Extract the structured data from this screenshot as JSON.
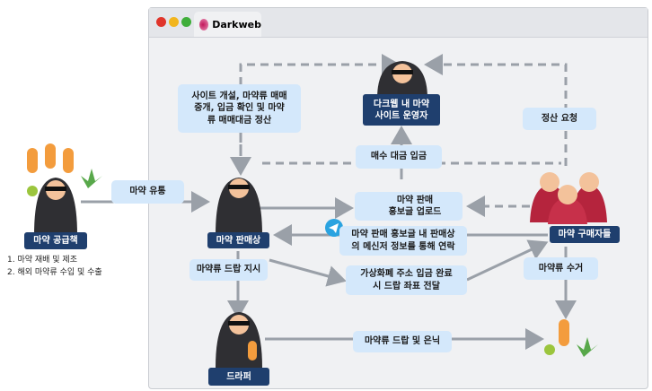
{
  "browser": {
    "tab_title": "Darkweb"
  },
  "actors": {
    "operator": "다크웹 내 마약\n사이트 운영자",
    "supplier": "마약 공급책",
    "seller": "마약 판매상",
    "buyers": "마약 구매자들",
    "dropper": "드라퍼"
  },
  "supplier_notes": [
    "1. 마약 재배 및 제조",
    "2. 해외 마약류 수입 및 수출"
  ],
  "steps": {
    "site_role": "사이트 개설, 마약류 매매\n중개, 입금 확인 및 마약\n류 매매대금 정산",
    "payment": "매수 대금 입금",
    "settlement": "정산 요청",
    "distribution": "마약 유통",
    "promo": "마약 판매\n홍보글 업로드",
    "contact": "마약 판매 홍보글 내 판매상\n의 메신저 정보를 통해 연락",
    "coords": "가상화폐 주소 입금 완료\n시 드랍 좌표 전달",
    "drop_order": "마약류 드랍 지시",
    "pickup": "마약류 수거",
    "drop_hide": "마약류 드랍 및 은닉"
  },
  "colors": {
    "box": "#d4e8fb",
    "navy": "#1f3f6e",
    "arrow": "#9aa0a8"
  }
}
